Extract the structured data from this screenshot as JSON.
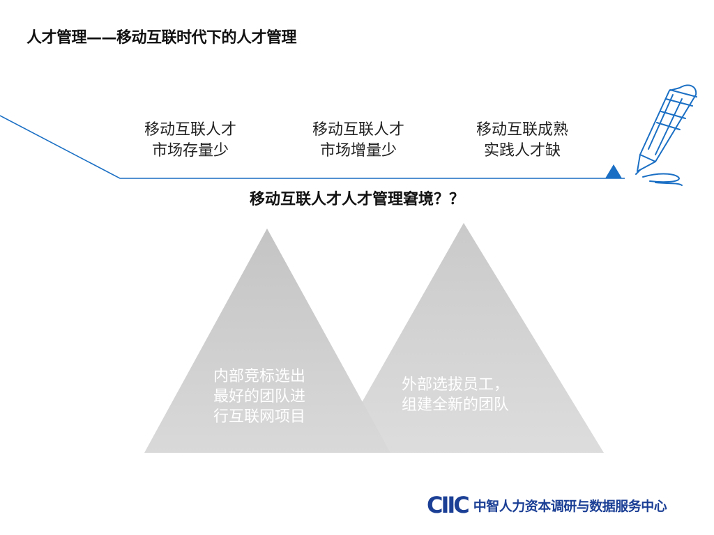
{
  "slide": {
    "title": "人才管理——移动互联时代下的人才管理",
    "challenges": [
      {
        "line1": "移动互联人才",
        "line2": "市场存量少"
      },
      {
        "line1": "移动互联人才",
        "line2": "市场增量少"
      },
      {
        "line1": "移动互联成熟",
        "line2": "实践人才缺"
      }
    ],
    "dilemma": "移动互联人才人才管理窘境？？",
    "options": [
      {
        "line1": "内部竞标选出",
        "line2": "最好的团队进",
        "line3": "行互联网项目"
      },
      {
        "line1": "外部选拔员工，",
        "line2": "组建全新的团队"
      }
    ]
  },
  "footer": {
    "logo_mark": "CIIC",
    "org_name": "中智人力资本调研与数据服务中心"
  },
  "colors": {
    "accent_blue": "#1a6fc4",
    "logo_blue": "#1b3f95",
    "triangle_gray": "#d2d2d2"
  },
  "icons": {
    "pen": "pen-sketch-icon",
    "marker": "triangle-marker-icon"
  }
}
